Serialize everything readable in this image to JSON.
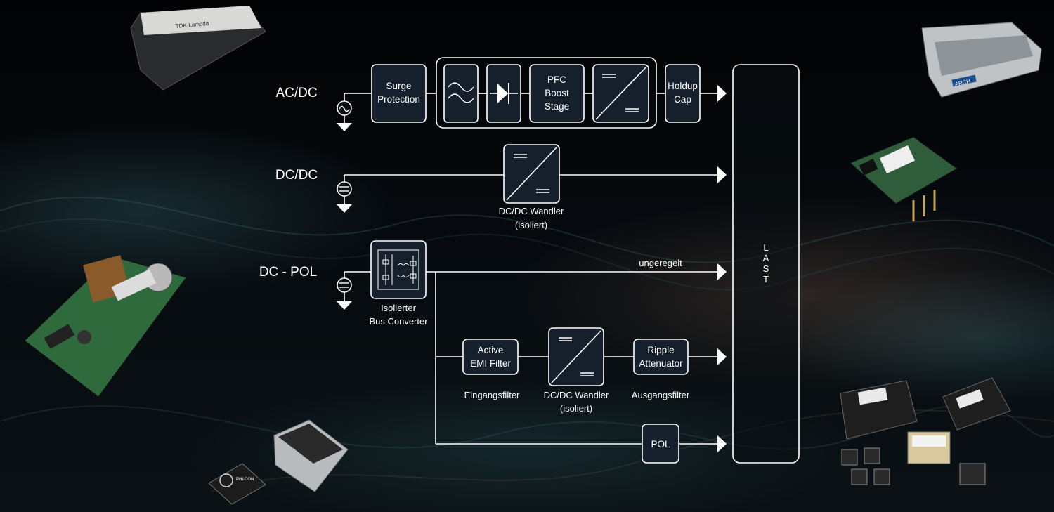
{
  "rows": {
    "acdc": "AC/DC",
    "dcdc": "DC/DC",
    "dcpol": "DC - POL"
  },
  "blocks": {
    "surge": [
      "Surge",
      "Protection"
    ],
    "pfc": [
      "PFC",
      "Boost",
      "Stage"
    ],
    "holdup": [
      "Holdup",
      "Cap"
    ],
    "active_emi": [
      "Active",
      "EMI Filter"
    ],
    "ripple": [
      "Ripple",
      "Attenuator"
    ],
    "pol": "POL",
    "last": [
      "L",
      "A",
      "S",
      "T"
    ]
  },
  "captions": {
    "dcdc_wandler": [
      "DC/DC Wandler",
      "(isoliert)"
    ],
    "bus_converter": [
      "Isolierter",
      "Bus Converter"
    ],
    "ungeregelt": "ungeregelt",
    "eingangsfilter": "Eingangsfilter",
    "dcdc_wandler_2": [
      "DC/DC Wandler",
      "(isoliert)"
    ],
    "ausgangsfilter": "Ausgangsfilter"
  },
  "decor": {
    "module_tdk_label": "TDK·Lambda",
    "module_arch_label": "ARCH",
    "module_phicon_label": "PHI-CON"
  },
  "colors": {
    "background": "#05070a",
    "block_fill": "#15202c",
    "stroke": "#ffffff"
  }
}
